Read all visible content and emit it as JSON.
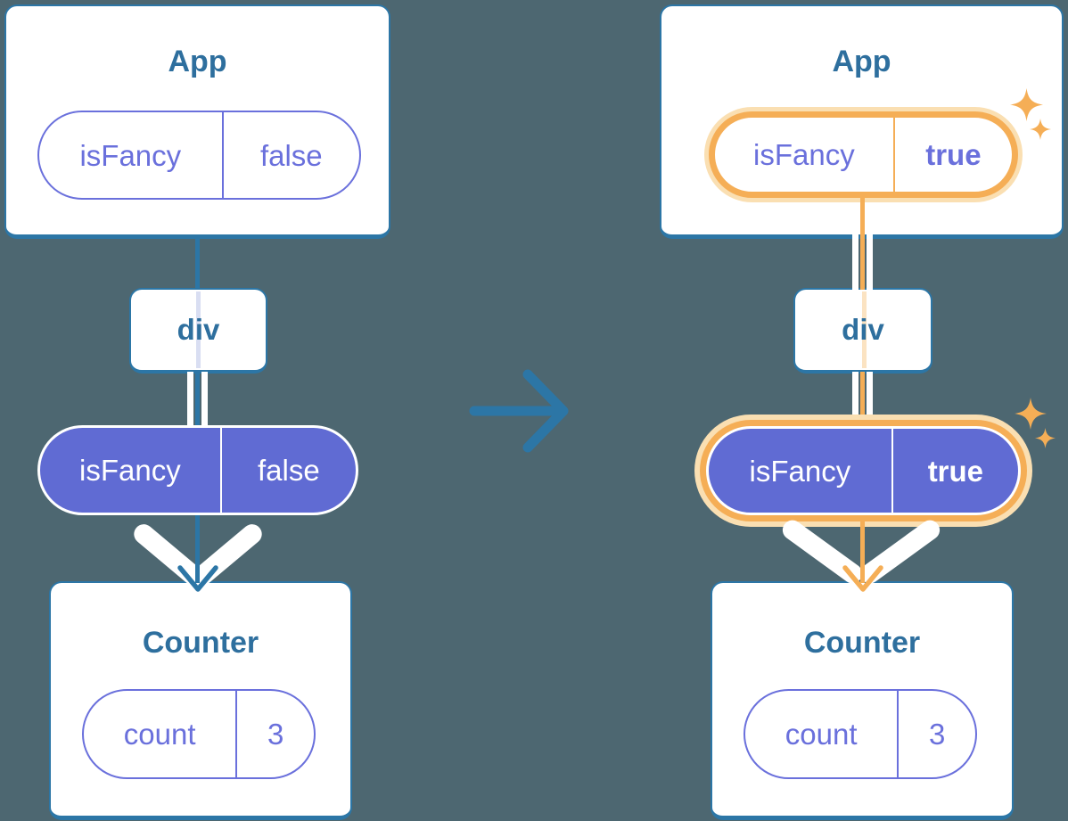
{
  "colors": {
    "background": "#4D6771",
    "card_border_blue": "#2C76A6",
    "title_blue": "#2E6F9E",
    "purple_fill": "#606BD3",
    "purple_text": "#6A70DC",
    "highlight_orange": "#F5AE56",
    "highlight_halo": "#FADFB2"
  },
  "before": {
    "app_title": "App",
    "app_state": {
      "name": "isFancy",
      "value": "false"
    },
    "div_label": "div",
    "passed_prop": {
      "name": "isFancy",
      "value": "false"
    },
    "counter_title": "Counter",
    "counter_state": {
      "name": "count",
      "value": "3"
    }
  },
  "after": {
    "app_title": "App",
    "app_state": {
      "name": "isFancy",
      "value": "true"
    },
    "div_label": "div",
    "passed_prop": {
      "name": "isFancy",
      "value": "true"
    },
    "counter_title": "Counter",
    "counter_state": {
      "name": "count",
      "value": "3"
    }
  }
}
